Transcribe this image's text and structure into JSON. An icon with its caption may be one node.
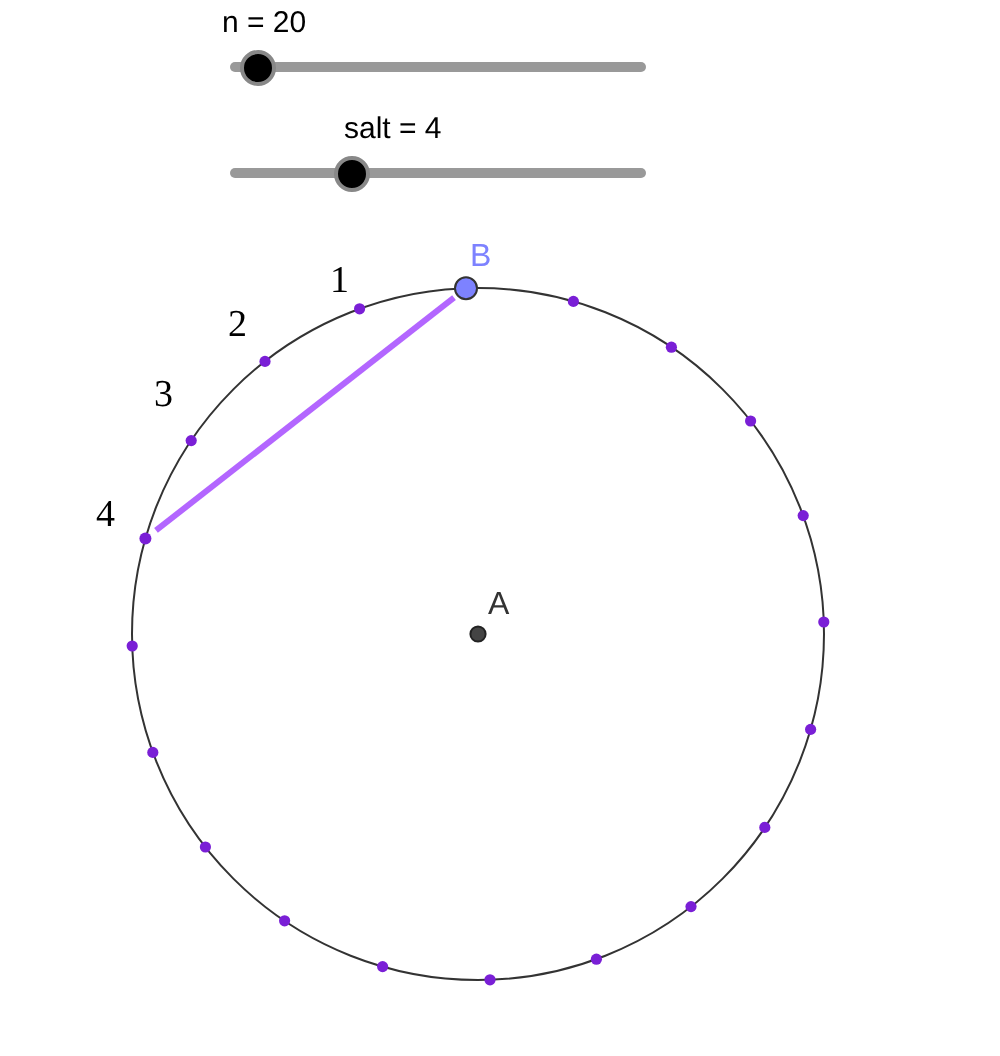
{
  "diagram": {
    "nodes": [
      {
        "text": [
          "B"
        ]
      },
      {
        "text": [
          "4"
        ]
      }
    ],
    "edges": [
      {
        "from": 0,
        "to": 1,
        "arrow": "none"
      }
    ],
    "labels": [
      "n = 20",
      "salt = 4",
      "1",
      "2",
      "3",
      "A"
    ]
  }
}
